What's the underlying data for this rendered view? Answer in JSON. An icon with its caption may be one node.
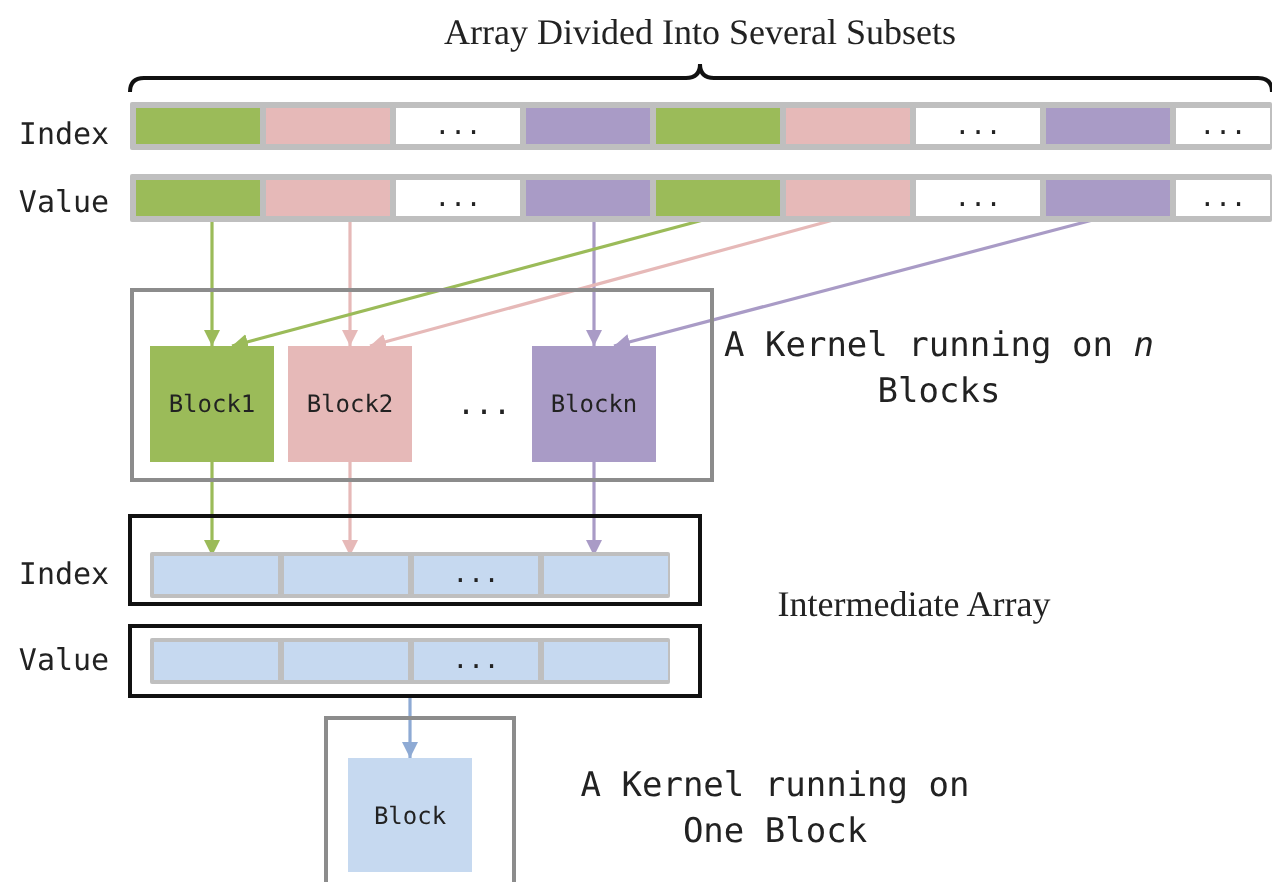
{
  "diagram": {
    "nodes": [
      {
        "text": [],
        "shape": "bar",
        "beside": [
          "Index"
        ]
      },
      {
        "text": [],
        "shape": "box",
        "in": 0
      },
      {
        "text": [],
        "shape": "box",
        "in": 0
      },
      {
        "text": [
          "..."
        ],
        "in": 0
      },
      {
        "text": [],
        "shape": "box",
        "in": 0
      },
      {
        "text": [],
        "shape": "box",
        "in": 0
      },
      {
        "text": [],
        "shape": "box",
        "in": 0
      },
      {
        "text": [
          "..."
        ],
        "in": 0
      },
      {
        "text": [],
        "shape": "box",
        "in": 0
      },
      {
        "text": [
          "..."
        ],
        "in": 0
      },
      {
        "text": [],
        "shape": "bar",
        "beside": [
          "Value"
        ]
      },
      {
        "text": [],
        "shape": "box",
        "in": 10
      },
      {
        "text": [],
        "shape": "box",
        "in": 10
      },
      {
        "text": [
          "..."
        ],
        "in": 10
      },
      {
        "text": [],
        "shape": "box",
        "in": 10
      },
      {
        "text": [],
        "shape": "box",
        "in": 10
      },
      {
        "text": [],
        "shape": "box",
        "in": 10
      },
      {
        "text": [
          "..."
        ],
        "in": 10
      },
      {
        "text": [],
        "shape": "box",
        "in": 10
      },
      {
        "text": [
          "..."
        ],
        "in": 10
      },
      {
        "text": [],
        "shape": "box",
        "beside": [
          "A Kernel running on *n* Blocks"
        ]
      },
      {
        "text": [
          "Block1"
        ],
        "in": 20
      },
      {
        "text": [
          "Block2"
        ],
        "in": 20
      },
      {
        "text": [
          "Blockn"
        ],
        "in": 20
      },
      {
        "text": [],
        "shape": "box",
        "beside": [
          "Index"
        ]
      },
      {
        "text": [],
        "shape": "bar",
        "in": 24
      },
      {
        "text": [],
        "shape": "box",
        "in": 25
      },
      {
        "text": [],
        "shape": "box",
        "in": 25
      },
      {
        "text": [
          "..."
        ],
        "in": 25
      },
      {
        "text": [],
        "shape": "box",
        "in": 25
      },
      {
        "text": [],
        "shape": "box",
        "beside": [
          "Value"
        ]
      },
      {
        "text": [],
        "shape": "bar",
        "in": 30
      },
      {
        "text": [],
        "shape": "box",
        "in": 31
      },
      {
        "text": [],
        "shape": "box",
        "in": 31
      },
      {
        "text": [
          "..."
        ],
        "in": 31
      },
      {
        "text": [],
        "shape": "box",
        "in": 31
      },
      {
        "text": [],
        "shape": "box",
        "beside": [
          "A Kernel running on One Block"
        ]
      },
      {
        "text": [
          "Block"
        ],
        "in": 36
      }
    ],
    "edges": [
      {
        "from": 11,
        "to": 21,
        "arrow": "to",
        "color": "#9bbb59"
      },
      {
        "from": 12,
        "to": 22,
        "arrow": "to",
        "color": "#e6b9b8"
      },
      {
        "from": 14,
        "to": 23,
        "arrow": "to",
        "color": "#a99bc6"
      },
      {
        "from": 15,
        "to": 21,
        "arrow": "to",
        "color": "#9bbb59"
      },
      {
        "from": 16,
        "to": 22,
        "arrow": "to",
        "color": "#e6b9b8"
      },
      {
        "from": 18,
        "to": 23,
        "arrow": "to",
        "color": "#a99bc6"
      },
      {
        "from": 21,
        "to": 26,
        "arrow": "to",
        "color": "#9bbb59"
      },
      {
        "from": 22,
        "to": 27,
        "arrow": "to",
        "color": "#e6b9b8"
      },
      {
        "from": 23,
        "to": 29,
        "arrow": "to",
        "color": "#a99bc6"
      },
      {
        "from": 30,
        "to": 37,
        "arrow": "to",
        "color": "#8eaad4"
      }
    ],
    "labels": [
      "Array Divided Into Several Subsets",
      "...",
      "Intermediate Array"
    ]
  }
}
